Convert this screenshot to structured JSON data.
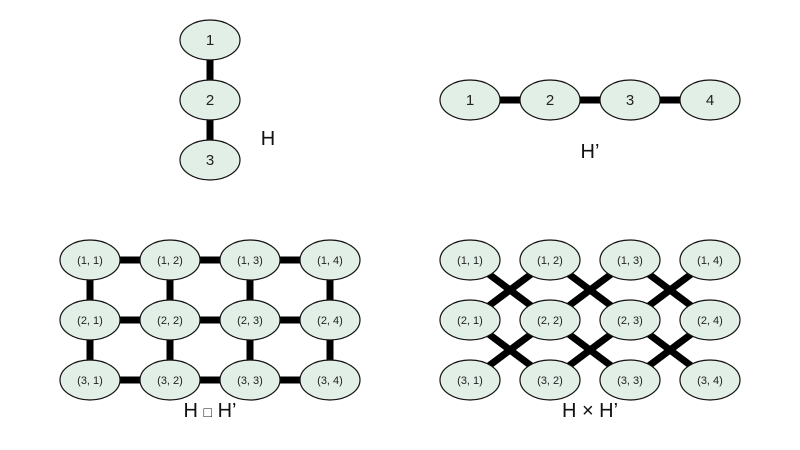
{
  "colors": {
    "node_fill": "#e2efe7",
    "node_stroke": "#111111",
    "edge": "#000000"
  },
  "graph_h": {
    "caption": "H",
    "nodes": [
      "1",
      "2",
      "3"
    ],
    "edges": [
      [
        "1",
        "2"
      ],
      [
        "2",
        "3"
      ]
    ]
  },
  "graph_h_prime": {
    "caption": "H’",
    "nodes": [
      "1",
      "2",
      "3",
      "4"
    ],
    "edges": [
      [
        "1",
        "2"
      ],
      [
        "2",
        "3"
      ],
      [
        "3",
        "4"
      ]
    ]
  },
  "cartesian_product": {
    "caption_left": "H",
    "operator_symbol": "□",
    "caption_right": "H’",
    "nodes": [
      [
        "(1, 1)",
        "(1, 2)",
        "(1, 3)",
        "(1, 4)"
      ],
      [
        "(2, 1)",
        "(2, 2)",
        "(2, 3)",
        "(2, 4)"
      ],
      [
        "(3, 1)",
        "(3, 2)",
        "(3, 3)",
        "(3, 4)"
      ]
    ]
  },
  "tensor_product": {
    "caption": "H × H’",
    "nodes": [
      [
        "(1, 1)",
        "(1, 2)",
        "(1, 3)",
        "(1, 4)"
      ],
      [
        "(2, 1)",
        "(2, 2)",
        "(2, 3)",
        "(2, 4)"
      ],
      [
        "(3, 1)",
        "(3, 2)",
        "(3, 3)",
        "(3, 4)"
      ]
    ]
  }
}
